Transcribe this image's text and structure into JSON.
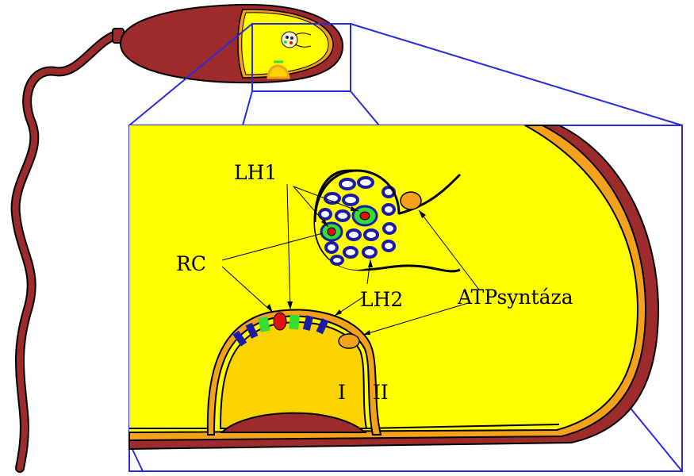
{
  "labels": {
    "lh1": "LH1",
    "rc": "RC",
    "lh2": "LH2",
    "atp": "ATPsyntáza",
    "side_in": "I",
    "side_out": "II"
  },
  "colors": {
    "cell_wall": "#9e2b2b",
    "membrane": "#f4a11b",
    "cytoplasm": "#ffff00",
    "vesicle_fill": "#fbd400",
    "lh2_ring": "#1a1aa8",
    "lh1_ring": "#33dd33",
    "reaction_center": "#e01010",
    "atp_synthase": "#f4a11b",
    "zoom_frame": "#2a2ae0",
    "outline": "#000000"
  },
  "icons": [
    "bacterium-icon",
    "flagellum-icon"
  ]
}
